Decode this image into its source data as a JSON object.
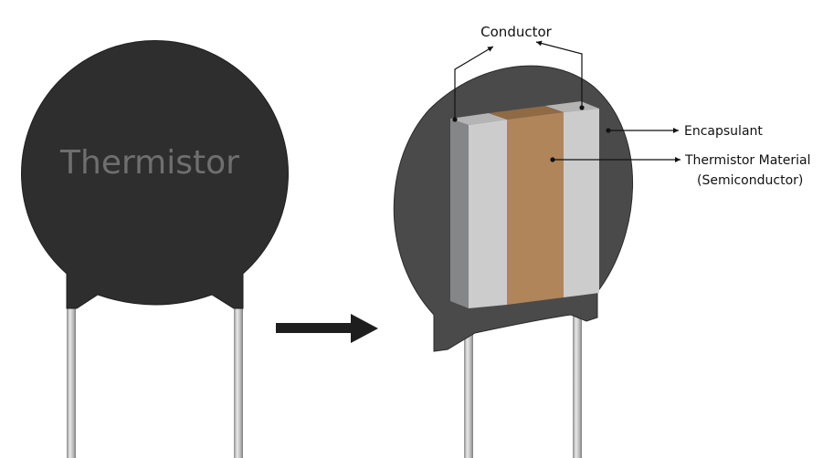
{
  "diagram": {
    "left_component": {
      "body_label": "Thermistor",
      "body_color": "#2e2e2e",
      "label_color": "#6f6f6f"
    },
    "transition_arrow": {
      "color": "#1e1e1e",
      "direction": "right"
    },
    "right_component": {
      "encapsulant_color": "#4a4a4b",
      "conductor_front_color": "#cccccd",
      "conductor_side_color": "#858687",
      "conductor_top_color": "#b4b4b5",
      "material_front_color": "#b0855a",
      "material_top_color": "#8f6a44",
      "lead_color": "#bdbdbd"
    },
    "labels": {
      "conductor": "Conductor",
      "encapsulant": "Encapsulant",
      "material_line1": "Thermistor Material",
      "material_line2": "(Semiconductor)"
    }
  }
}
